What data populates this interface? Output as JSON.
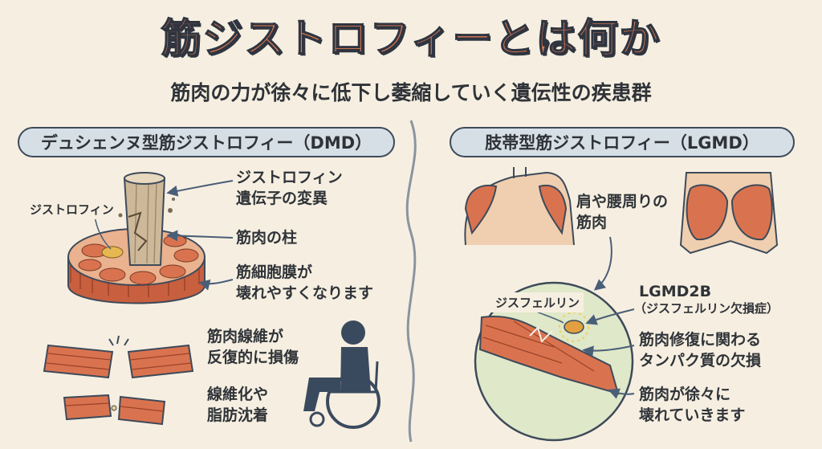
{
  "title": "筋ジストロフィーとは何か",
  "subtitle": "筋肉の力が徐々に低下し萎縮していく遺伝性の疾患群",
  "left": {
    "header": "デュシェンヌ型筋ジストロフィー（DMD）",
    "tag_dystrophin": "ジストロフィン",
    "label_gene": "ジストロフィン\n遺伝子の変異",
    "label_column": "筋肉の柱",
    "label_membrane": "筋細胞膜が\n壊れやすくなります",
    "label_damage": "筋肉線維が\n反復的に損傷",
    "label_fibrosis": "線維化や\n脂肪沈着"
  },
  "right": {
    "header": "肢帯型筋ジストロフィー（LGMD）",
    "label_muscles": "肩や腰周りの\n筋肉",
    "tag_dysferlin": "ジスフェルリン",
    "label_lgmd2b": "LGMD2B",
    "label_lgmd2b_sub": "（ジスフェルリン欠損症）",
    "label_repair": "筋肉修復に関わる\nタンパク質の欠損",
    "label_breakdown": "筋肉が徐々に\n壊れていきます"
  },
  "colors": {
    "title": "#e07a52",
    "muscle": "#d9734f",
    "outline": "#3e4a5a",
    "pill_bg": "#d6dfe6",
    "circle_bg": "#dfe8c8"
  }
}
